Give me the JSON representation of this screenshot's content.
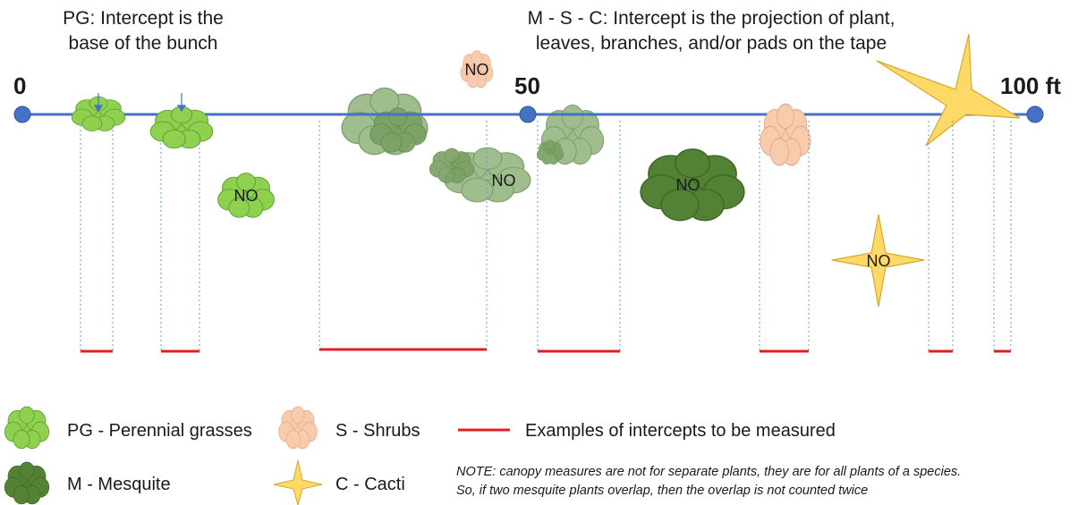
{
  "headings": {
    "pg_line1": "PG: Intercept is the",
    "pg_line2": "base of the bunch",
    "msc_line1": "M - S - C: Intercept is the projection of plant,",
    "msc_line2": "leaves, branches, and/or pads on the tape"
  },
  "tape": {
    "start": "0",
    "mid": "50",
    "end": "100 ft",
    "color": "#4472c4"
  },
  "no_labels": {
    "shrub_top": "NO",
    "grass": "NO",
    "mesquite_cluster": "NO",
    "mesquite_dark": "NO",
    "cactus": "NO"
  },
  "legend": {
    "perennial_grasses": "PG - Perennial grasses",
    "mesquite": "M - Mesquite",
    "shrubs": "S - Shrubs",
    "cacti": "C - Cacti",
    "intercept": "Examples of intercepts to be measured"
  },
  "note": {
    "line1": "NOTE: canopy measures are not for separate plants, they are for all plants of a species.",
    "line2": "So, if two mesquite plants overlap, then the overlap is not counted twice"
  },
  "colors": {
    "grass": "#8fd14f",
    "grass_stroke": "#5a9e2f",
    "mesquite_light": "#8fb27a",
    "mesquite_dark": "#548235",
    "shrub": "#f8cbad",
    "cactus": "#ffd966",
    "intercept": "#e02020",
    "guide": "#5b9bd5"
  },
  "icons": [
    "grass-icon",
    "mesquite-icon",
    "shrub-icon",
    "cactus-icon",
    "intercept-line-icon",
    "arrow-down-icon"
  ]
}
